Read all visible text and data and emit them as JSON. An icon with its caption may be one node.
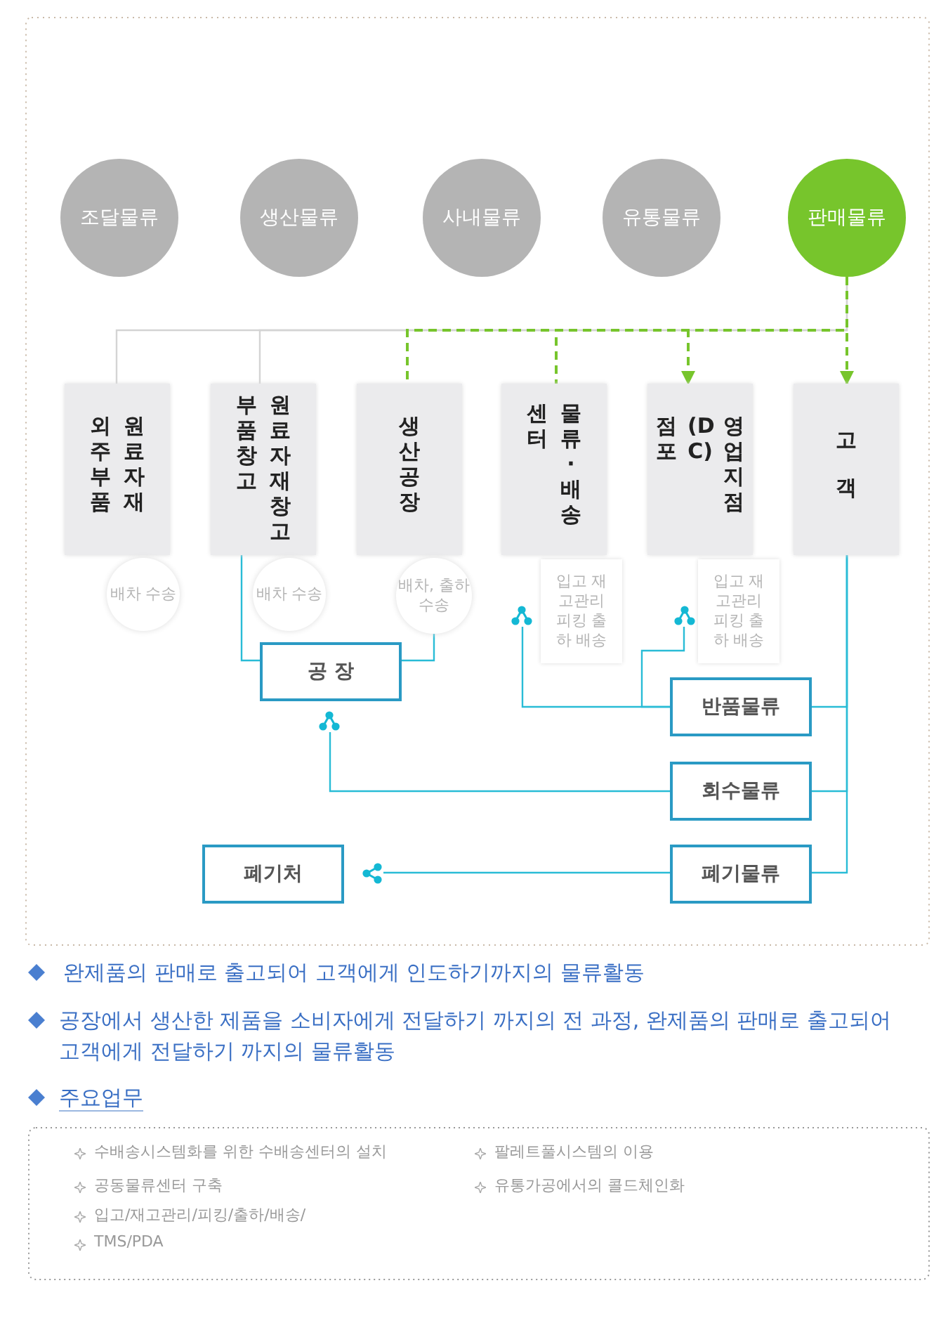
{
  "diagram": {
    "nodes": [
      {
        "text": [
          "조달물류"
        ]
      },
      {
        "text": [
          "생산물류"
        ]
      },
      {
        "text": [
          "사내물류"
        ]
      },
      {
        "text": [
          "유통물류"
        ]
      },
      {
        "text": [
          "판매물류"
        ]
      },
      {
        "text": [
          "원료자재 외주부품"
        ]
      },
      {
        "text": [
          "배차 수송"
        ]
      },
      {
        "text": [
          "원료자재창고 부품창고"
        ]
      },
      {
        "text": [
          "배차 수송"
        ]
      },
      {
        "text": [
          "생산공장"
        ]
      },
      {
        "text": [
          "배차, 출하 수송"
        ]
      },
      {
        "text": [
          "물류·배송 센터"
        ]
      },
      {
        "text": [
          "입고 재고관리 피킹 출하 배송"
        ]
      },
      {
        "text": [
          "영업지점 (DC) 점포"
        ]
      },
      {
        "text": [
          "입고 재고관리 피킹 출하 배송"
        ]
      },
      {
        "text": [
          "고 객"
        ]
      },
      {
        "text": [
          "공 장"
        ]
      },
      {
        "text": [
          "반품물류"
        ]
      },
      {
        "text": [
          "회수물류"
        ]
      },
      {
        "text": [
          "폐기물류"
        ]
      },
      {
        "text": [
          "폐기처"
        ]
      },
      {
        "text": [],
        "shape": "picture"
      },
      {
        "text": [],
        "shape": "picture"
      },
      {
        "text": [],
        "shape": "picture"
      },
      {
        "text": [],
        "shape": "picture"
      }
    ],
    "edges": [
      {
        "from": 4,
        "to": 5,
        "arrow": "none",
        "color": "#d4d4d4"
      },
      {
        "from": 4,
        "to": 7,
        "arrow": "none",
        "color": "#d4d4d4"
      },
      {
        "from": 4,
        "to": 9,
        "arrow": "none",
        "style": "dashed",
        "color": "#77c52c"
      },
      {
        "from": 4,
        "to": 11,
        "arrow": "none",
        "style": "dashed",
        "color": "#77c52c"
      },
      {
        "from": 4,
        "to": 13,
        "arrow": "to",
        "style": "dashed",
        "color": "#77c52c"
      },
      {
        "from": 4,
        "to": 15,
        "arrow": "to",
        "style": "dashed",
        "color": "#77c52c"
      },
      {
        "from": 7,
        "to": 16,
        "arrow": "none"
      },
      {
        "from": 10,
        "to": 16,
        "arrow": "none"
      },
      {
        "from": 17,
        "to": 21,
        "arrow": "none"
      },
      {
        "from": 17,
        "to": 22,
        "arrow": "none"
      },
      {
        "from": 18,
        "to": 23,
        "arrow": "none"
      },
      {
        "from": 19,
        "to": 24,
        "arrow": "none"
      },
      {
        "from": 15,
        "to": 17,
        "arrow": "none"
      },
      {
        "from": 15,
        "to": 18,
        "arrow": "none"
      },
      {
        "from": 15,
        "to": 19,
        "arrow": "none"
      }
    ],
    "labels": [
      "완제품의 판매로 출고되어 고객에게 인도하기까지의 물류활동",
      "공장에서 생산한 제품을 소비자에게 전달하기 까지의 전 과정, 완제품의 판매로 출고되어 고객에게 전달하기 까지의 물류활동",
      "주요업무",
      "수배송시스템화를 위한 수배송센터의 설치",
      "팔레트풀시스템의 이용",
      "공동물류센터 구축",
      "유통가공에서의 콜드체인화",
      "입고/재고관리/피킹/출하/배송/",
      "TMS/PDA"
    ]
  }
}
